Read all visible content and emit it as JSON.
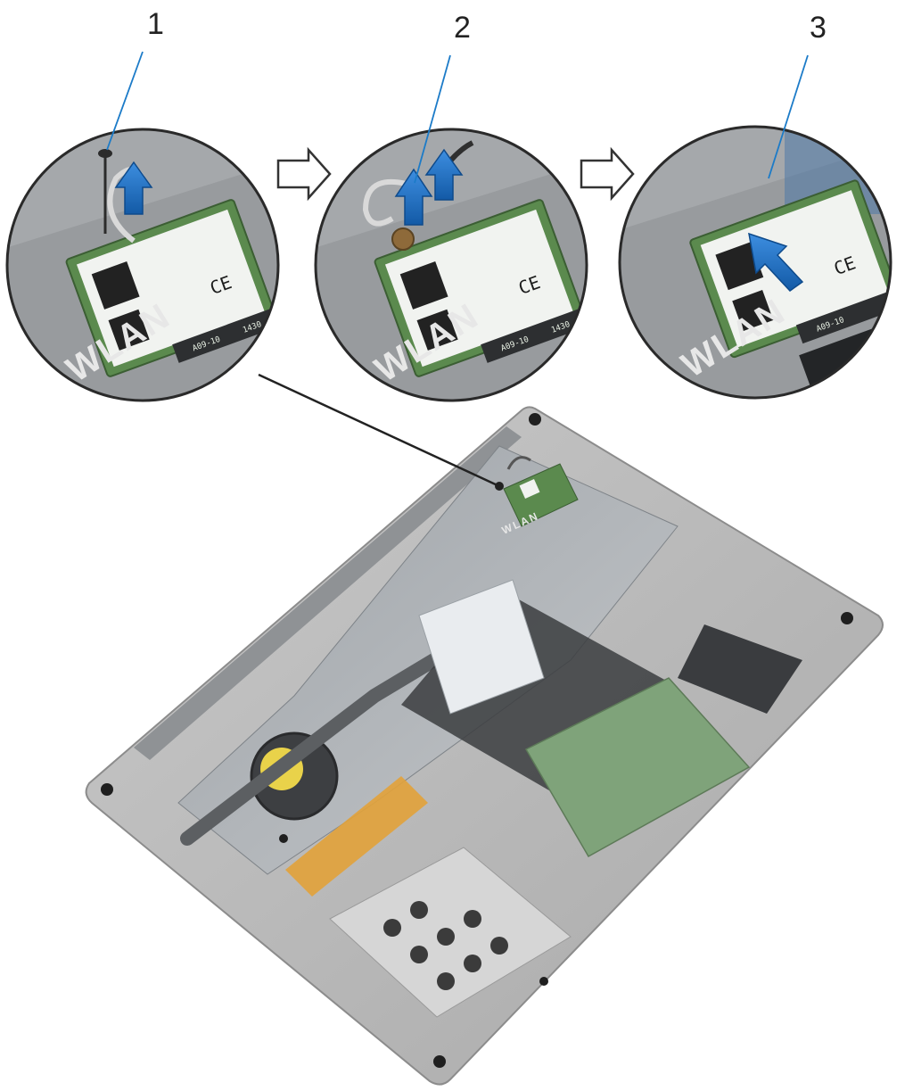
{
  "callouts": {
    "c1": "1",
    "c2": "2",
    "c3": "3"
  },
  "board": {
    "wlan_silkscreen": "WLAN",
    "card_label": "1430",
    "card_code": "A09-10",
    "ce_mark": "CE"
  },
  "colors": {
    "card_green": "#5b8a4e",
    "card_label": "#f1f3f0",
    "arrow_blue": "#1f6fc4",
    "callout_line": "#1c7bc8",
    "chassis": "#bcbcbc",
    "board_gray": "#a9acaf",
    "copper_tape": "#e2a23a",
    "touchpad_green": "#7fa37a"
  },
  "icons": [
    "screw-icon",
    "lift-arrow-icon",
    "step-arrow-icon",
    "slide-arrow-icon"
  ]
}
